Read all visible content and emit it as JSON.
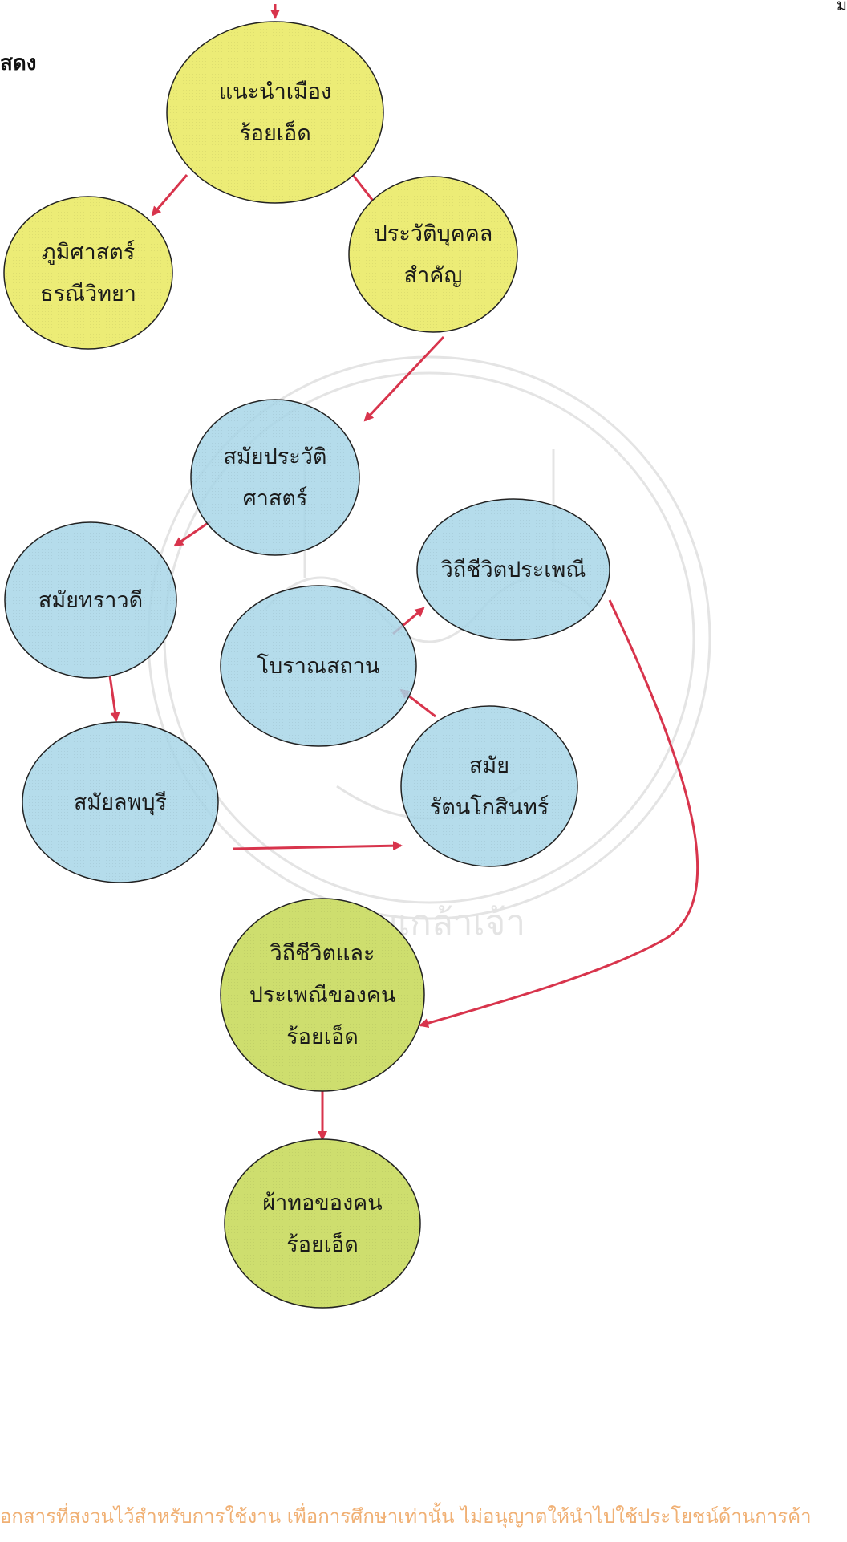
{
  "heading": "สดง",
  "page_mark": "ม",
  "footer_text": "อกสารที่สงวนไว้สำหรับการใช้งาน เพื่อการศึกษาเท่านั้น ไม่อนุญาตให้นำไปใช้ประโยชน์ด้านการค้า",
  "colors": {
    "yellow_node": "#ecec76",
    "olive_node": "#cede6e",
    "blue_node": "#a8d6e8",
    "arrow": "#d8344c",
    "outline": "#222222",
    "watermark": "#b3b3b3"
  },
  "nodes": [
    {
      "id": "intro",
      "lines": [
        "แนะนำเมือง",
        "ร้อยเอ็ด"
      ],
      "color": "yellow"
    },
    {
      "id": "geo",
      "lines": [
        "ภูมิศาสตร์",
        "ธรณีวิทยา"
      ],
      "color": "yellow"
    },
    {
      "id": "people",
      "lines": [
        "ประวัติบุคคล",
        "สำคัญ"
      ],
      "color": "yellow"
    },
    {
      "id": "prehistory",
      "lines": [
        "สมัยประวัติ",
        "ศาสตร์"
      ],
      "color": "blue"
    },
    {
      "id": "dvaravati",
      "lines": [
        "สมัยทราวดี"
      ],
      "color": "blue"
    },
    {
      "id": "lifestyle",
      "lines": [
        "วิถีชีวิตประเพณี"
      ],
      "color": "blue"
    },
    {
      "id": "ancient",
      "lines": [
        "โบราณสถาน"
      ],
      "color": "blue"
    },
    {
      "id": "lopburi",
      "lines": [
        "สมัยลพบุรี"
      ],
      "color": "blue"
    },
    {
      "id": "rattanakosin",
      "lines": [
        "สมัย",
        "รัตนโกสินทร์"
      ],
      "color": "blue"
    },
    {
      "id": "way_of_life",
      "lines": [
        "วิถีชีวิตและ",
        "ประเพณีของคน",
        "ร้อยเอ็ด"
      ],
      "color": "olive"
    },
    {
      "id": "textile",
      "lines": [
        "ผ้าทอของคน",
        "ร้อยเอ็ด"
      ],
      "color": "olive"
    }
  ],
  "edges": [
    {
      "from": "entry",
      "to": "intro"
    },
    {
      "from": "intro",
      "to": "geo"
    },
    {
      "from": "intro",
      "to": "people"
    },
    {
      "from": "people",
      "to": "prehistory"
    },
    {
      "from": "prehistory",
      "to": "dvaravati"
    },
    {
      "from": "dvaravati",
      "to": "lopburi"
    },
    {
      "from": "lopburi",
      "to": "rattanakosin"
    },
    {
      "from": "rattanakosin",
      "to": "ancient"
    },
    {
      "from": "ancient",
      "to": "lifestyle"
    },
    {
      "from": "lifestyle",
      "to": "way_of_life"
    },
    {
      "from": "way_of_life",
      "to": "textile"
    }
  ],
  "watermark_text": "จอมเกล้าเจ้า"
}
